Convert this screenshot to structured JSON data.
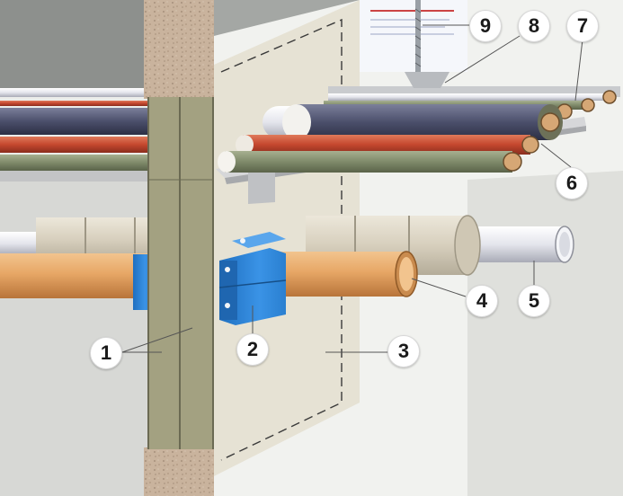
{
  "callouts": [
    {
      "id": "1",
      "text": "1",
      "refers_to": "fire-barrier-core"
    },
    {
      "id": "2",
      "text": "2",
      "refers_to": "fire-collar"
    },
    {
      "id": "3",
      "text": "3",
      "refers_to": "fire-board-panel"
    },
    {
      "id": "4",
      "text": "4",
      "refers_to": "copper-pipe"
    },
    {
      "id": "5",
      "text": "5",
      "refers_to": "steel-pipe"
    },
    {
      "id": "6",
      "text": "6",
      "refers_to": "cable-tray"
    },
    {
      "id": "7",
      "text": "7",
      "refers_to": "thin-cables"
    },
    {
      "id": "8",
      "text": "8",
      "refers_to": "tray-support-bracket"
    },
    {
      "id": "9",
      "text": "9",
      "refers_to": "threaded-rod"
    }
  ],
  "colors": {
    "wall_grey": "#c9cbc8",
    "wall_light": "#ecedea",
    "ceiling": "#8a8d8a",
    "board": "#e7e3d7",
    "fire_core": "#a2a07f",
    "concrete": "#c8b29c",
    "copper": "#e7a766",
    "insulation": "#d9d3c3",
    "collar_blue": "#2f86d8",
    "steel": "#e7e7ee",
    "tray": "#d9dadb",
    "cable_navy": "#4b4f6b",
    "cable_red": "#c4472e",
    "cable_green": "#7f8a6a"
  }
}
